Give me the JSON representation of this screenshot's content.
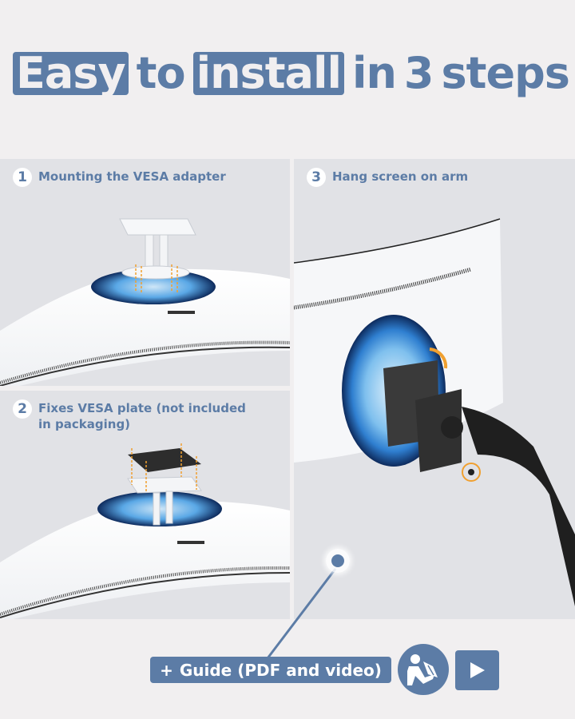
{
  "headline": {
    "word1": "Easy",
    "word2": "to",
    "word3": "install",
    "word4": "in",
    "word5": "3",
    "word6": "steps"
  },
  "steps": [
    {
      "number": "1",
      "label": "Mounting the VESA adapter"
    },
    {
      "number": "2",
      "label": "Fixes VESA plate (not included in packaging)"
    },
    {
      "number": "3",
      "label": "Hang screen on arm"
    }
  ],
  "guide": {
    "plus": "+",
    "label": "Guide (PDF and video)",
    "manual_icon": "reading-manual-icon",
    "play_icon": "play-icon"
  },
  "colors": {
    "accent": "#5c7ca6",
    "background": "#f1eff0",
    "panel": "#e1e2e6",
    "highlight_orange": "#f0a030"
  }
}
